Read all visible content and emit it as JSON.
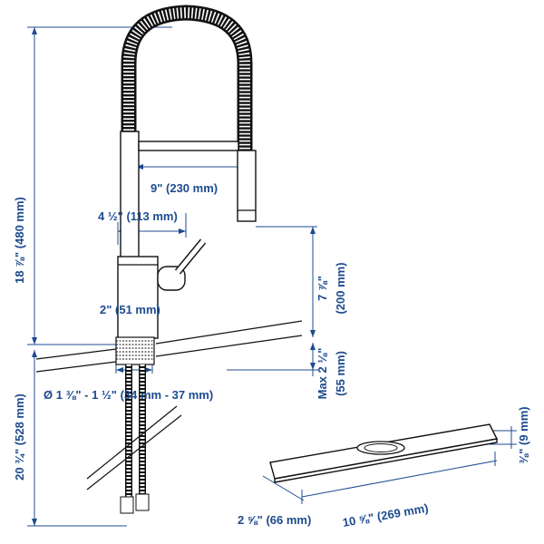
{
  "diagram": {
    "colors": {
      "dimension": "#1d4b8f",
      "ink": "#111111",
      "background": "#ffffff"
    },
    "dimensions": {
      "total_height": "18 ⅞\" (480 mm)",
      "spout_reach": "9\" (230 mm)",
      "body_offset": "4 ½\" (113 mm)",
      "spout_height": "7 ⅞\"",
      "spout_height_mm": "(200 mm)",
      "base_diameter": "2\" (51 mm)",
      "max_deck": "Max 2 ⅛\"",
      "max_deck_mm": "(55 mm)",
      "hole_diameter": "Ø 1 ⅜\" - 1 ½\" (34 mm - 37 mm)",
      "hose_length": "20 ¾\" (528 mm)",
      "plate_depth": "2 ⅝\" (66 mm)",
      "plate_width": "10 ⅝\" (269 mm)",
      "plate_thickness": "⅜\" (9 mm)"
    }
  }
}
